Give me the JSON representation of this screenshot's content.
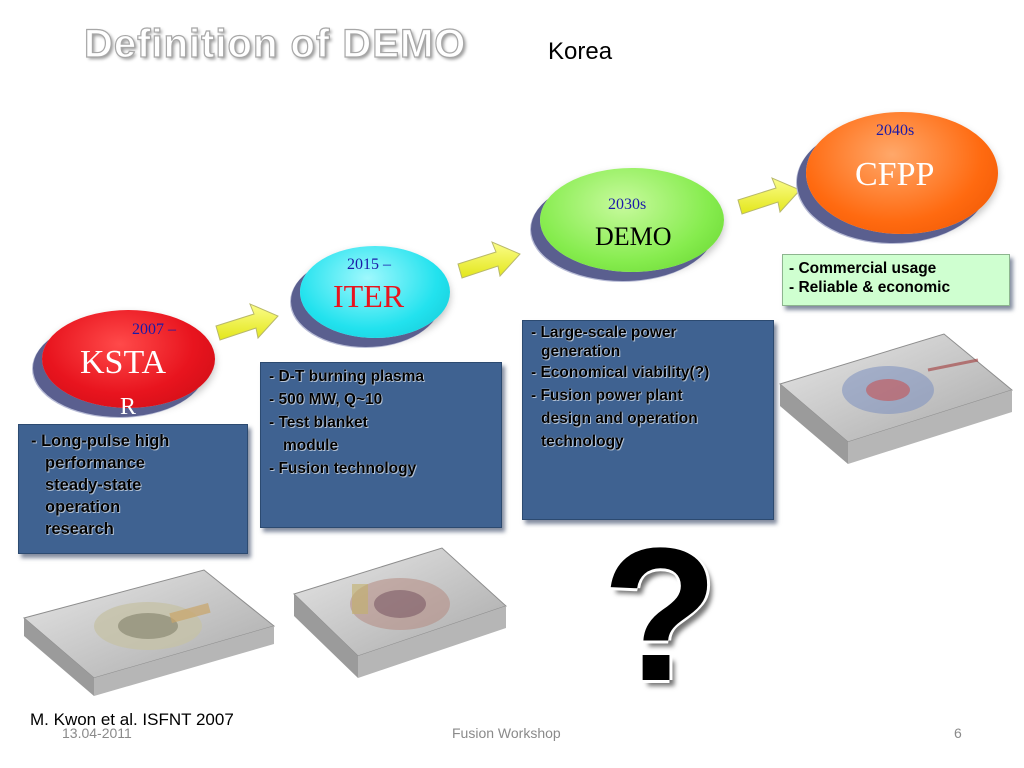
{
  "slide": {
    "title": "Definition of DEMO",
    "subtitle": "Korea",
    "question_mark": "?",
    "credit": "M. Kwon et al. ISFNT 2007"
  },
  "stages": {
    "kstar": {
      "year": "2007 –",
      "name_line1": "KSTA",
      "name_line2": "R",
      "fill": "#e8141e",
      "year_color": "#1a1aa8",
      "name_color": "#ffffff",
      "bullets": [
        "- Long-pulse high",
        "performance",
        "steady-state",
        "operation",
        "research"
      ]
    },
    "iter": {
      "year": "2015 –",
      "name": "ITER",
      "fill": "#22e2ee",
      "year_color": "#1a1aa8",
      "name_color": "#e8141e",
      "bullets": [
        "- D-T burning plasma",
        "- 500 MW, Q~10",
        "- Test blanket",
        "module",
        "- Fusion technology"
      ]
    },
    "demo": {
      "year": "2030s",
      "name": "DEMO",
      "fill": "#86ec4e",
      "year_color": "#1a1aa8",
      "name_color": "#000000",
      "bullets": [
        "- Large-scale power",
        "generation",
        "- Economical viability(?)",
        "- Fusion power plant",
        "design and operation",
        "technology"
      ]
    },
    "cfpp": {
      "year": "2040s",
      "name": "CFPP",
      "fill": "#ff6a10",
      "year_color": "#1a1aa8",
      "name_color": "#ffffff",
      "bullets": [
        "- Commercial usage",
        "- Reliable & economic"
      ]
    }
  },
  "footer": {
    "date": "13.04-2011",
    "event": "Fusion Workshop",
    "page": "6"
  },
  "colors": {
    "arrow_fill": "#f2f52a",
    "box_blue": "#3f6291",
    "box_green": "#cfffd0"
  }
}
